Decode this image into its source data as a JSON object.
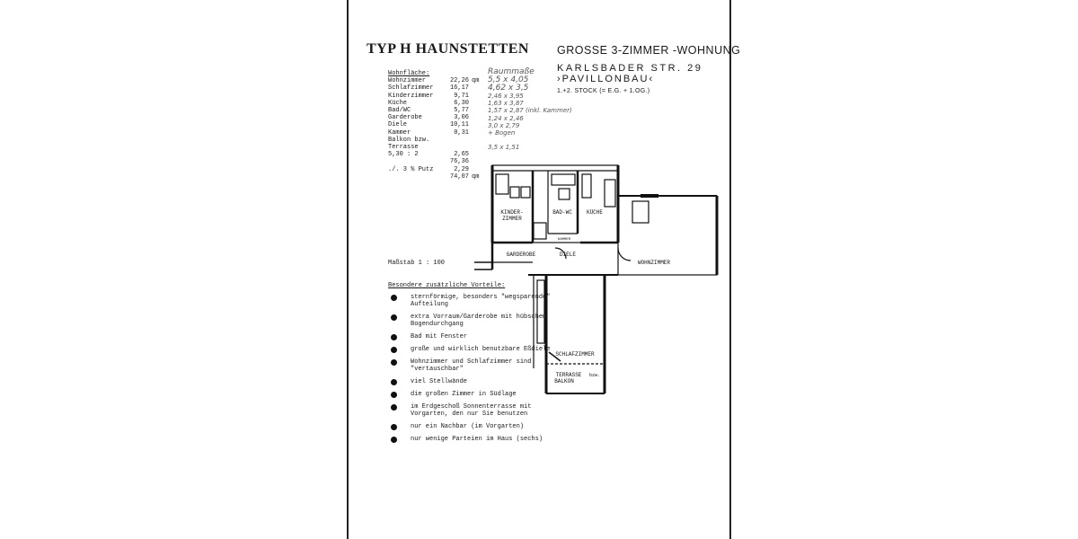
{
  "header": {
    "title": "TYP H HAUNSTETTEN",
    "subtitle": "GROSSE 3-ZIMMER -WOHNUNG",
    "address_lines": [
      "KARLSBADER STR. 29",
      "›PAVILLONBAU‹",
      "1.+2. STOCK (= E.G. + 1.OG.)"
    ]
  },
  "areas": {
    "heading": "Wohnfläche:",
    "rows": [
      {
        "name": "Wohnzimmer",
        "value": "22,26",
        "unit": "qm"
      },
      {
        "name": "Schlafzimmer",
        "value": "16,17",
        "unit": ""
      },
      {
        "name": "Kinderzimmer",
        "value": "9,71",
        "unit": ""
      },
      {
        "name": "Küche",
        "value": "6,30",
        "unit": ""
      },
      {
        "name": "Bad/WC",
        "value": "5,77",
        "unit": ""
      },
      {
        "name": "Garderobe",
        "value": "3,06",
        "unit": ""
      },
      {
        "name": "Diele",
        "value": "10,11",
        "unit": ""
      },
      {
        "name": "Kammer",
        "value": "0,31",
        "unit": ""
      },
      {
        "name": "Balkon bzw.",
        "value": "",
        "unit": ""
      },
      {
        "name": "Terrasse",
        "value": "",
        "unit": ""
      },
      {
        "name": "5,30 : 2",
        "value": "2,65",
        "unit": ""
      },
      {
        "name": "",
        "value": "76,36",
        "unit": ""
      },
      {
        "name": "./. 3 % Putz",
        "value": "2,29",
        "unit": ""
      },
      {
        "name": "",
        "value": "74,07",
        "unit": "qm"
      }
    ]
  },
  "handwritten": {
    "heading": "Raummaße",
    "lines": [
      "5,5 x 4,05",
      "4,62 x 3,5",
      "2,46 x 3,95",
      "1,63 x 3,87",
      "1,57 x 2,87 (inkl. Kammer)",
      "1,24 x 2,46",
      "3,0 x 2,79",
      "+ Bogen",
      "",
      "3,5 x 1,51"
    ]
  },
  "plan": {
    "rooms": {
      "kinderzimmer": "KINDER-\nZIMMER",
      "bad": "BAD-WC",
      "kueche": "KÜCHE",
      "kammer": "KAMMER",
      "garderobe": "GARDEROBE",
      "diele": "DIELE",
      "wohnzimmer": "WOHNZIMMER",
      "schlafzimmer": "SCHLAFZIMMER",
      "terrasse": "TERRASSE",
      "bzw": "bzw.",
      "balkon": "BALKON"
    }
  },
  "scale": "Maßstab 1 : 100",
  "advantages": {
    "heading": "Besondere zusätzliche Vorteile:",
    "items": [
      "sternförmige, besonders \"wegsparende\" Aufteilung",
      "extra Vorraum/Garderobe mit hübschem Bogendurchgang",
      "Bad mit Fenster",
      "große und wirklich benutzbare Eßdiele",
      "Wohnzimmer und Schlafzimmer sind \"vertauschbar\"",
      "viel Stellwände",
      "die großen Zimmer in Südlage",
      "im Erdgeschoß Sonnenterrasse mit Vorgarten, den nur Sie benutzen",
      "nur ein Nachbar (im Vorgarten)",
      "nur wenige Parteien im Haus (sechs)"
    ]
  }
}
